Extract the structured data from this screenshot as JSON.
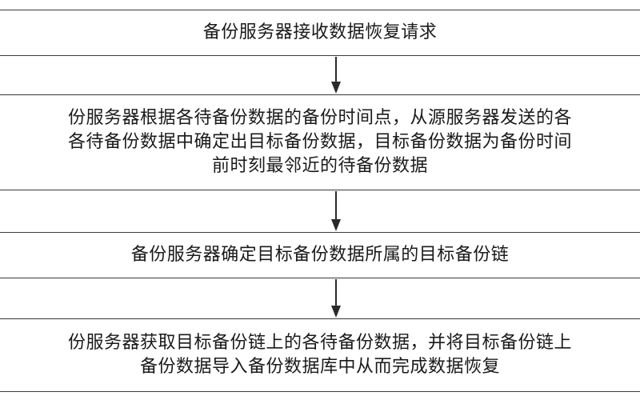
{
  "flowchart": {
    "steps": [
      {
        "lines": [
          "备份服务器接收数据恢复请求"
        ]
      },
      {
        "lines": [
          "份服务器根据各待备份数据的备份时间点，从源服务器发送的各",
          "各待备份数据中确定出目标备份数据，目标备份数据为备份时间",
          "前时刻最邻近的待备份数据"
        ]
      },
      {
        "lines": [
          "备份服务器确定目标备份数据所属的目标备份链"
        ]
      },
      {
        "lines": [
          "份服务器获取目标备份链上的各待备份数据，并将目标备份链上",
          "备份数据导入备份数据库中从而完成数据恢复"
        ]
      }
    ]
  }
}
